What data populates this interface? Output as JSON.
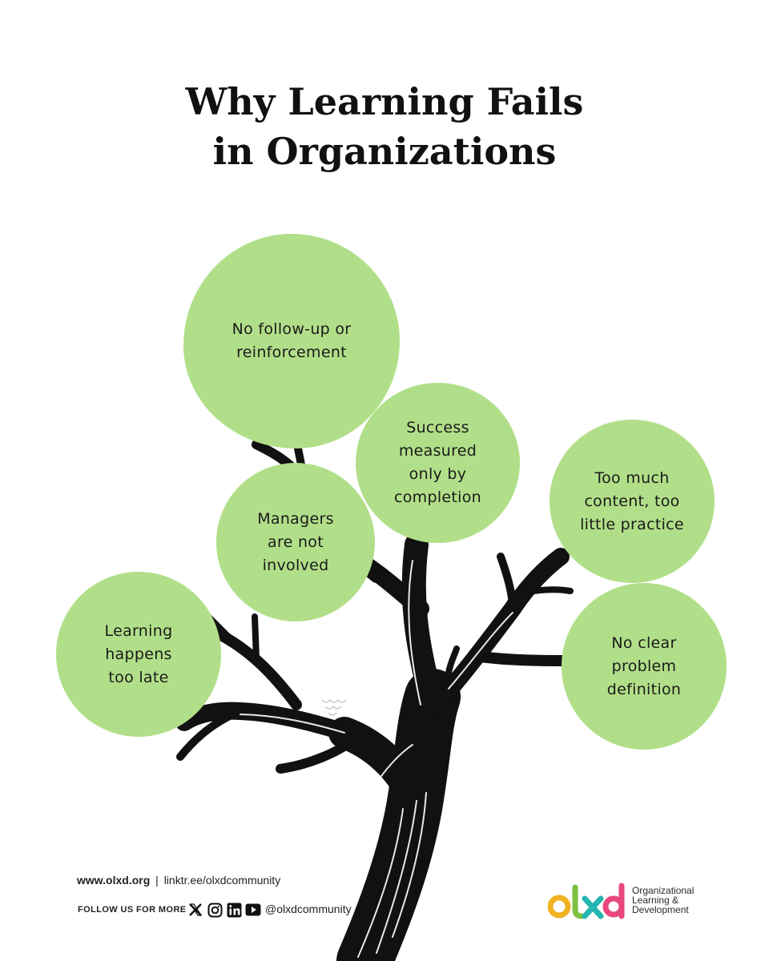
{
  "title": {
    "line1": "Why Learning Fails",
    "line2": "in Organizations"
  },
  "bubbles": [
    "No follow-up or reinforcement",
    "Success measured only by completion",
    "Managers are not involved",
    "Too much content, too little practice",
    "Learning happens too late",
    "No clear problem definition"
  ],
  "footer": {
    "website": "www.olxd.org",
    "separator": "|",
    "linktree": "linktr.ee/olxdcommunity",
    "follow_label": "FOLLOW US FOR MORE",
    "handle": "@olxdcommunity",
    "social_icons": [
      "x-icon",
      "instagram-icon",
      "linkedin-icon",
      "youtube-icon"
    ]
  },
  "logo": {
    "mark": "olxd",
    "subtitle_line1": "Organizational",
    "subtitle_line2": "Learning &",
    "subtitle_line3": "Development"
  },
  "colors": {
    "bubble": "#b1df89",
    "tree": "#111111",
    "logo_o": "#f0b323",
    "logo_l": "#7cc142",
    "logo_x": "#26b5b0",
    "logo_d": "#e8477d"
  }
}
